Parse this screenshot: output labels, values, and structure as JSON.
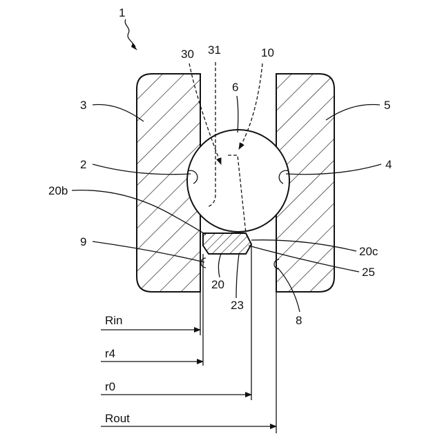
{
  "figure": {
    "labels": {
      "assembly": "1",
      "outer_wall_left": "3",
      "outer_wall_right": "5",
      "ball": "6",
      "groove_left": "2",
      "groove_right": "4",
      "cage_edge_b": "20b",
      "cage_edge_c": "20c",
      "gap_left": "9",
      "gap_right": "8",
      "cage": "20",
      "cage_chamfer": "23",
      "clearance": "25",
      "pocket_a": "30",
      "pocket_b": "31",
      "pocket_c": "10"
    },
    "dimensions": {
      "rin": "Rin",
      "r4": "r4",
      "r0": "r0",
      "rout": "Rout"
    }
  }
}
